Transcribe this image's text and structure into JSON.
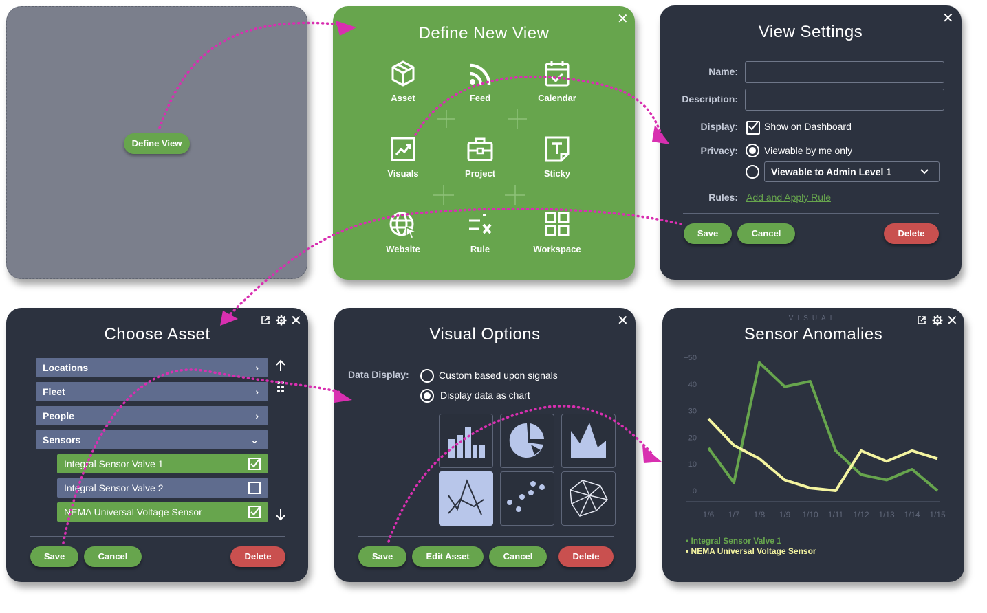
{
  "start_panel": {
    "button_label": "Define View"
  },
  "define_view": {
    "title": "Define New View",
    "options": [
      {
        "label": "Asset",
        "icon": "cube-icon"
      },
      {
        "label": "Feed",
        "icon": "rss-feed-icon"
      },
      {
        "label": "Calendar",
        "icon": "calendar-check-icon"
      },
      {
        "label": "Visuals",
        "icon": "chart-trend-icon"
      },
      {
        "label": "Project",
        "icon": "briefcase-icon"
      },
      {
        "label": "Sticky",
        "icon": "sticky-note-icon"
      },
      {
        "label": "Website",
        "icon": "globe-cursor-icon"
      },
      {
        "label": "Rule",
        "icon": "rule-icon"
      },
      {
        "label": "Workspace",
        "icon": "grid-icon"
      }
    ]
  },
  "view_settings": {
    "title": "View Settings",
    "name_label": "Name:",
    "name_value": "",
    "description_label": "Description:",
    "description_value": "",
    "display_label": "Display:",
    "display_option": "Show on Dashboard",
    "privacy_label": "Privacy:",
    "privacy_option_1": "Viewable by me only",
    "privacy_option_2": "Viewable to Admin Level 1",
    "rules_label": "Rules:",
    "rules_link": "Add and Apply Rule",
    "save": "Save",
    "cancel": "Cancel",
    "delete": "Delete"
  },
  "choose_asset": {
    "title": "Choose Asset",
    "categories": [
      "Locations",
      "Fleet",
      "People",
      "Sensors"
    ],
    "sensors": [
      {
        "label": "Integral Sensor Valve 1",
        "checked": true
      },
      {
        "label": "Integral Sensor Valve 2",
        "checked": false
      },
      {
        "label": "NEMA Universal Voltage Sensor",
        "checked": true
      }
    ],
    "save": "Save",
    "cancel": "Cancel",
    "delete": "Delete"
  },
  "visual_options": {
    "title": "Visual Options",
    "data_display_label": "Data Display:",
    "option_1": "Custom based upon signals",
    "option_2": "Display data as chart",
    "chart_types": [
      "bar-chart-icon",
      "pie-chart-icon",
      "area-chart-icon",
      "line-chart-icon",
      "scatter-chart-icon",
      "network-chart-icon"
    ],
    "save": "Save",
    "edit_asset": "Edit Asset",
    "cancel": "Cancel",
    "delete": "Delete"
  },
  "sensor_chart": {
    "overline": "VISUAL",
    "title": "Sensor Anomalies"
  },
  "chart_data": {
    "type": "line",
    "title": "Sensor Anomalies",
    "x": [
      "1/6",
      "1/7",
      "1/8",
      "1/9",
      "1/10",
      "1/11",
      "1/12",
      "1/13",
      "1/14",
      "1/15"
    ],
    "y_ticks": [
      "+50",
      "40",
      "30",
      "20",
      "10",
      "0"
    ],
    "ylim": [
      0,
      50
    ],
    "grid": false,
    "legend": "bottom-left",
    "series": [
      {
        "name": "Integral Sensor Valve 1",
        "color": "#67a54d",
        "values": [
          16,
          3,
          48,
          39,
          41,
          15,
          6,
          4,
          8,
          0
        ]
      },
      {
        "name": "NEMA Universal Voltage Sensor",
        "color": "#f4f4a0",
        "values": [
          27,
          17,
          12,
          4,
          1,
          0,
          15,
          11,
          15,
          12
        ]
      }
    ]
  },
  "colors": {
    "accent_green": "#67a54d",
    "danger_red": "#c9504f",
    "panel_dark": "#2c323f",
    "connector_magenta": "#d82fb0"
  }
}
